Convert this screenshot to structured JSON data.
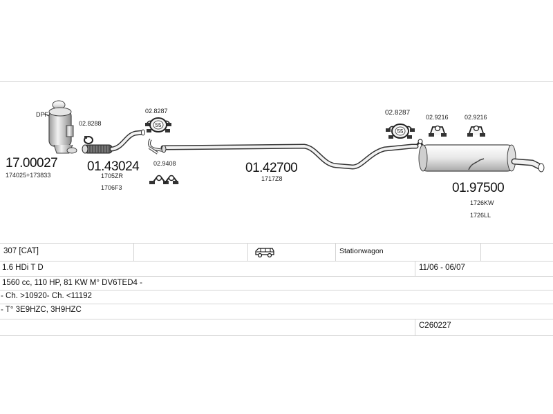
{
  "parts": {
    "dpf": {
      "tag": "DPF",
      "number": "17.00027",
      "codes": [
        "174025+173833"
      ]
    },
    "clamp_a": {
      "number": "02.8288"
    },
    "front_pipe": {
      "number": "01.43024",
      "codes": [
        "1705ZR",
        "1706F3"
      ]
    },
    "hanger_a": {
      "number": "02.8287",
      "badge": "55"
    },
    "mount_a": {
      "number": "02.9408"
    },
    "mid_pipe": {
      "number": "01.42700",
      "codes": [
        "1717Z8"
      ]
    },
    "hanger_b": {
      "number": "02.8287",
      "badge": "55"
    },
    "mount_b": {
      "number": "02.9216"
    },
    "mount_c": {
      "number": "02.9216"
    },
    "rear_silencer": {
      "number": "01.97500",
      "codes": [
        "1726KW",
        "1726LL"
      ]
    }
  },
  "spec": {
    "model": "307 [CAT]",
    "body": "Stationwagon",
    "engine": "1.6 HDi T D",
    "period": "11/06 - 06/07",
    "details": "1560 cc, 110 HP, 81 KW M° DV6TED4 -",
    "chassis": "- Ch. >10920- Ch. <11192",
    "type_codes": "- T° 3E9HZC, 3H9HZC",
    "ref": "C260227"
  },
  "icons": {
    "vehicle": "station-wagon-icon"
  }
}
